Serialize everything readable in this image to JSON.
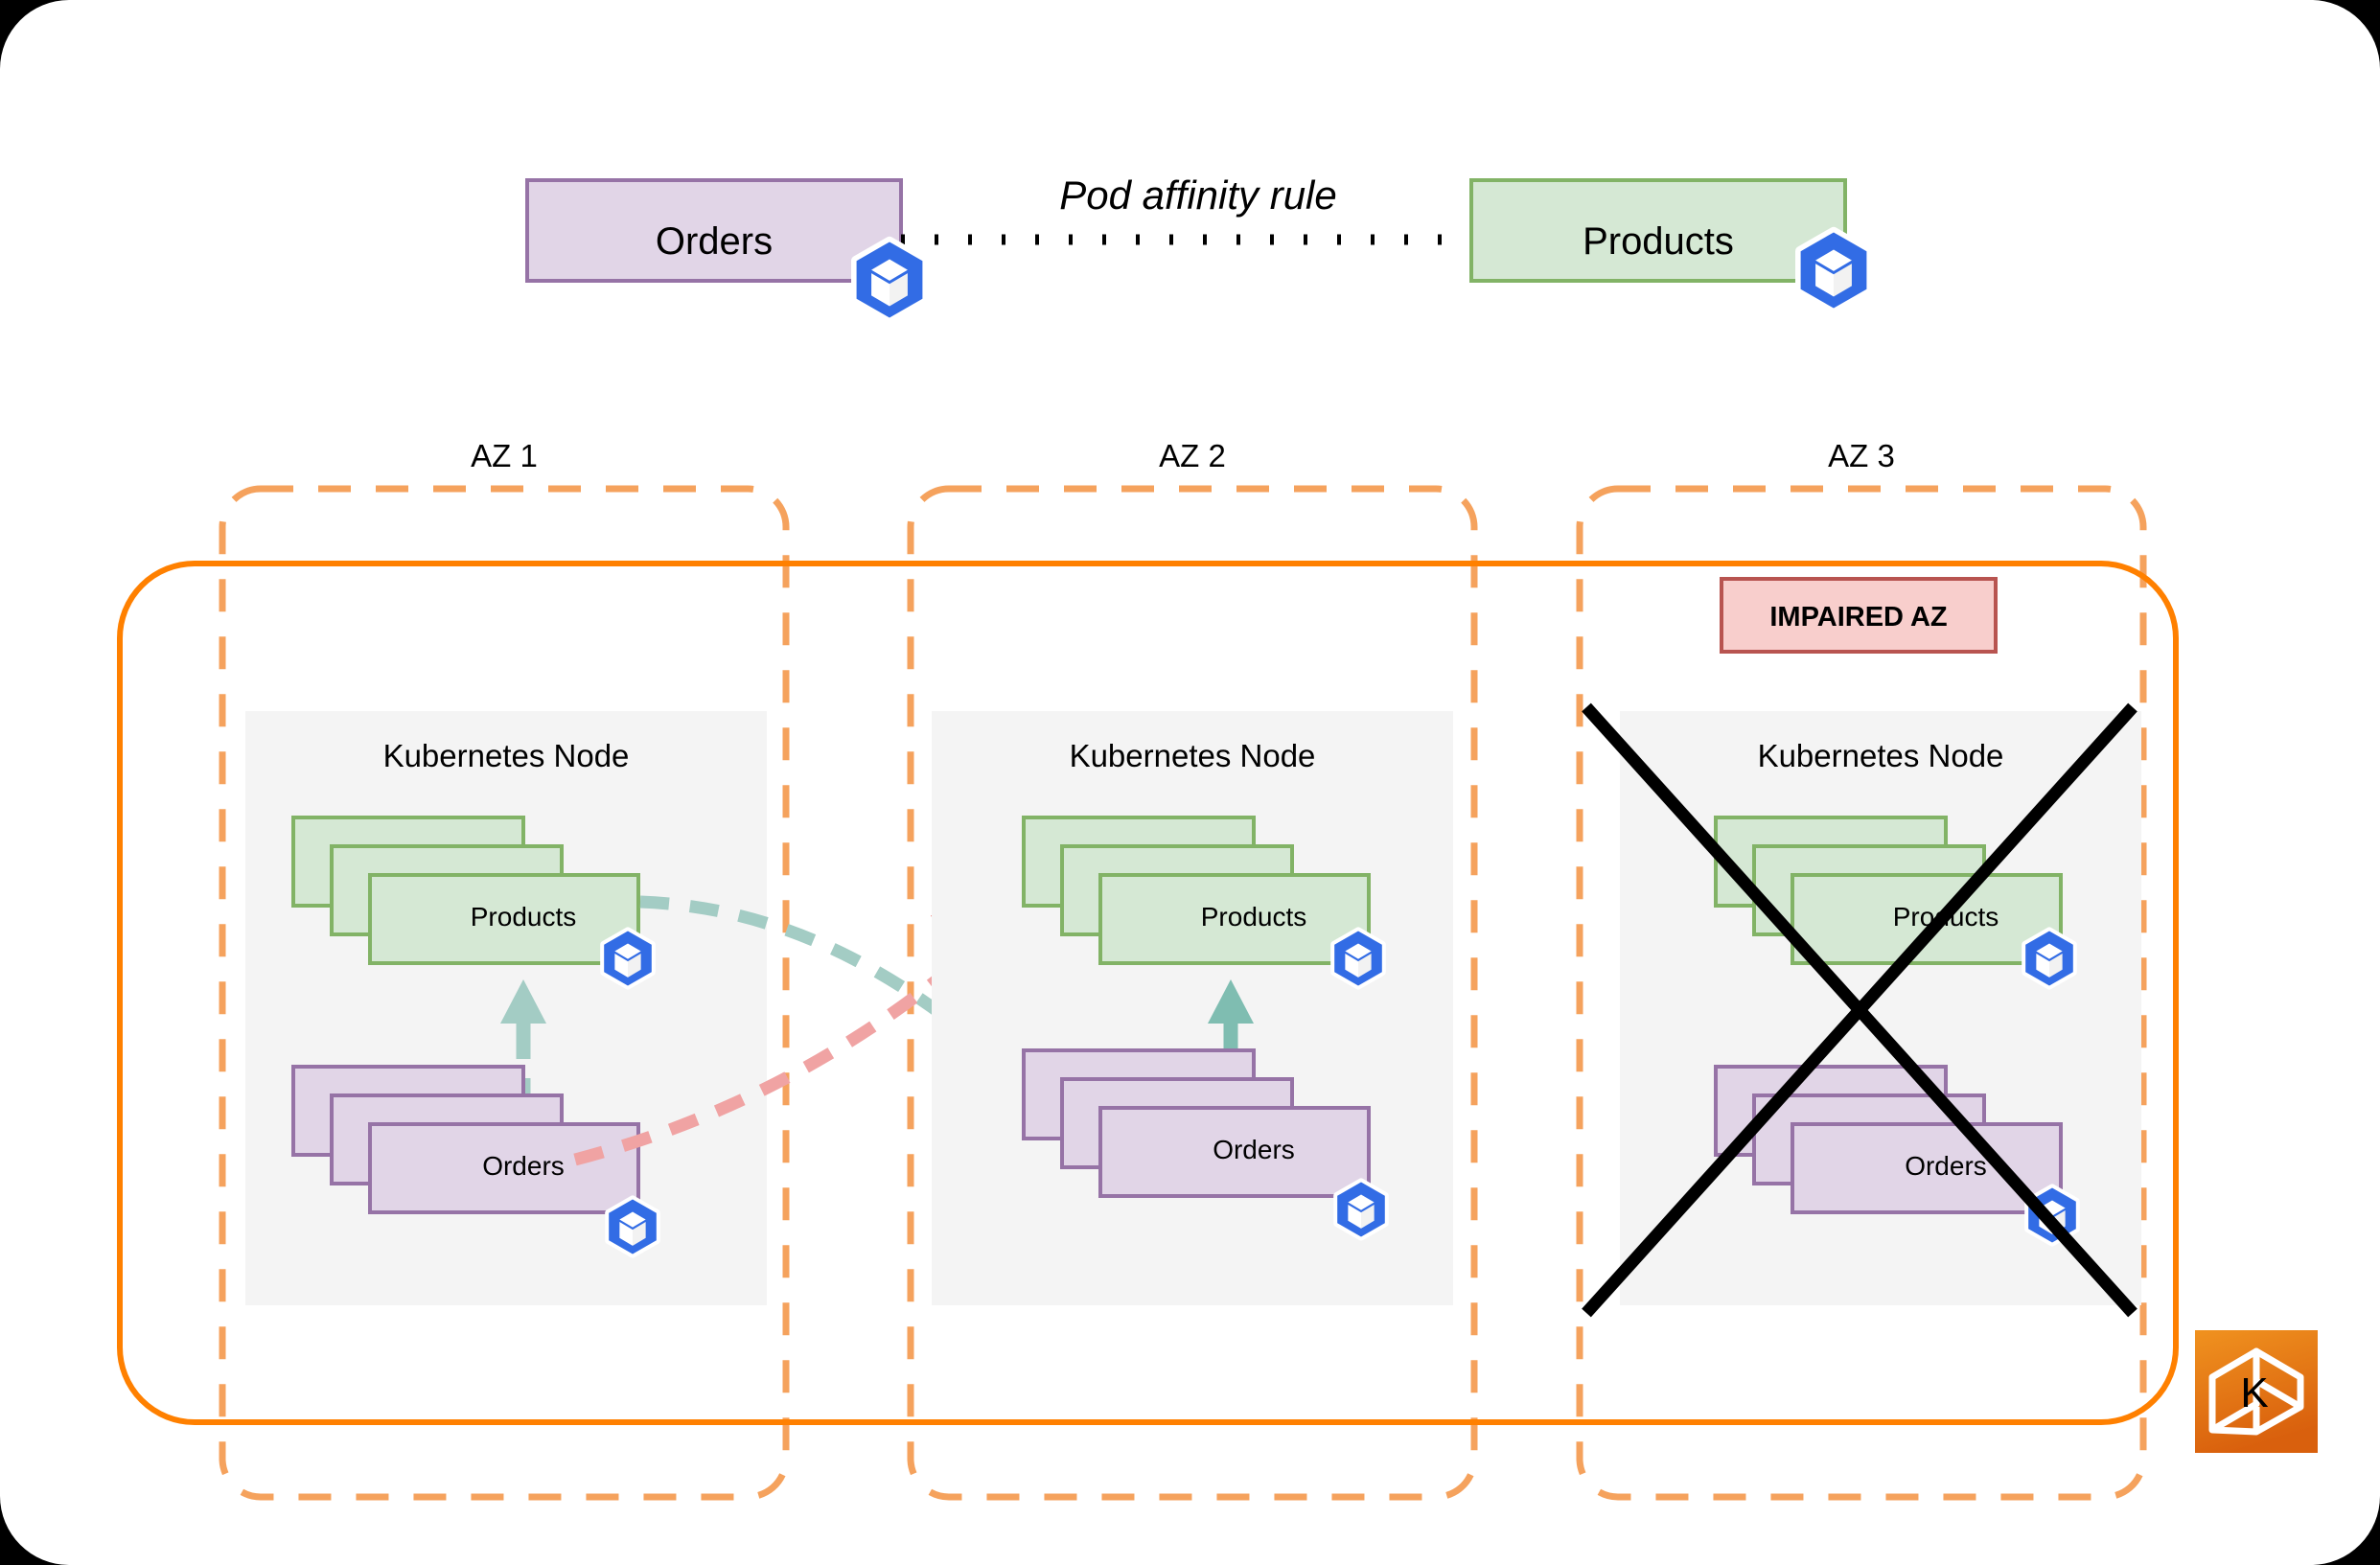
{
  "diagram": {
    "title_connector_label": "Pod affinity rule",
    "legend_boxes": [
      {
        "id": "orders",
        "label": "Orders",
        "fill": "#e1d5e7",
        "stroke": "#9673a6",
        "icon": "kubernetes-icon"
      },
      {
        "id": "products",
        "label": "Products",
        "fill": "#d5e8d4",
        "stroke": "#82b366",
        "icon": "kubernetes-icon"
      }
    ],
    "colors": {
      "pod_green_fill": "#d5e8d4",
      "pod_green_stroke": "#82b366",
      "pod_purple_fill": "#e1d5e7",
      "pod_purple_stroke": "#9673a6",
      "az_dashed": "#f5a25d",
      "cluster_solid": "#ff8000",
      "node_bg": "#f4f4f4",
      "impaired_fill": "#f8cecc",
      "impaired_stroke": "#b85450",
      "arrow_teal": "#a3ccc4",
      "arrow_red": "#f0a3a3",
      "k8s_blue": "#326ce5",
      "badge_orange": "#e8751a",
      "cross_black": "#000000"
    },
    "zones": [
      {
        "id": "az1",
        "label": "AZ 1",
        "impaired": false,
        "crossed_out": false,
        "node_label": "Kubernetes Node",
        "pod_groups": [
          {
            "name": "Products",
            "kind": "green",
            "replicas": 3,
            "icon": "kubernetes-icon"
          },
          {
            "name": "Orders",
            "kind": "purple",
            "replicas": 3,
            "icon": "kubernetes-icon"
          }
        ],
        "internal_arrow": "bidirectional"
      },
      {
        "id": "az2",
        "label": "AZ 2",
        "impaired": false,
        "crossed_out": false,
        "node_label": "Kubernetes Node",
        "pod_groups": [
          {
            "name": "Products",
            "kind": "green",
            "replicas": 3,
            "icon": "kubernetes-icon"
          },
          {
            "name": "Orders",
            "kind": "purple",
            "replicas": 3,
            "icon": "kubernetes-icon"
          }
        ],
        "internal_arrow": "bidirectional"
      },
      {
        "id": "az3",
        "label": "AZ 3",
        "impaired": true,
        "crossed_out": true,
        "impaired_badge": "IMPAIRED AZ",
        "node_label": "Kubernetes Node",
        "pod_groups": [
          {
            "name": "Products",
            "kind": "green",
            "replicas": 3,
            "icon": "kubernetes-icon"
          },
          {
            "name": "Orders",
            "kind": "purple",
            "replicas": 3,
            "icon": "kubernetes-icon"
          }
        ],
        "internal_arrow": "none"
      }
    ],
    "cross_zone_links": [
      {
        "from": "az1-products",
        "to": "az2-orders",
        "color": "#a3ccc4",
        "style": "dashed-curve",
        "arrow": "end"
      },
      {
        "from": "az1-orders",
        "to": "az2-products",
        "color": "#f0a3a3",
        "style": "dashed-curve",
        "arrow": "end"
      }
    ],
    "corner_badge": {
      "icon": "komodor-k-icon",
      "label": "K"
    }
  }
}
